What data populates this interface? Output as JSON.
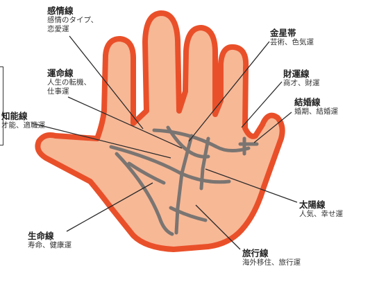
{
  "labels": {
    "emotion": {
      "title": "感情線",
      "desc1": "感情のタイプ、",
      "desc2": "恋愛運"
    },
    "venus": {
      "title": "金星帯",
      "desc1": "芸術、色気運"
    },
    "fate": {
      "title": "運命線",
      "desc1": "人生の転機、",
      "desc2": "仕事運"
    },
    "wealth": {
      "title": "財運線",
      "desc1": "商才、財運"
    },
    "head": {
      "title": "知能線",
      "desc1": "才能、適職運"
    },
    "marriage": {
      "title": "結婚線",
      "desc1": "婚期、結婚運"
    },
    "sun": {
      "title": "太陽線",
      "desc1": "人気、幸せ運"
    },
    "life": {
      "title": "生命線",
      "desc1": "寿命、健康運"
    },
    "travel": {
      "title": "旅行線",
      "desc1": "海外移住、旅行運"
    }
  },
  "colors": {
    "hand_fill": "#f7b896",
    "hand_outline": "#e9502a",
    "palm_lines": "#7a7572",
    "leader_lines": "#2a2a2a"
  }
}
